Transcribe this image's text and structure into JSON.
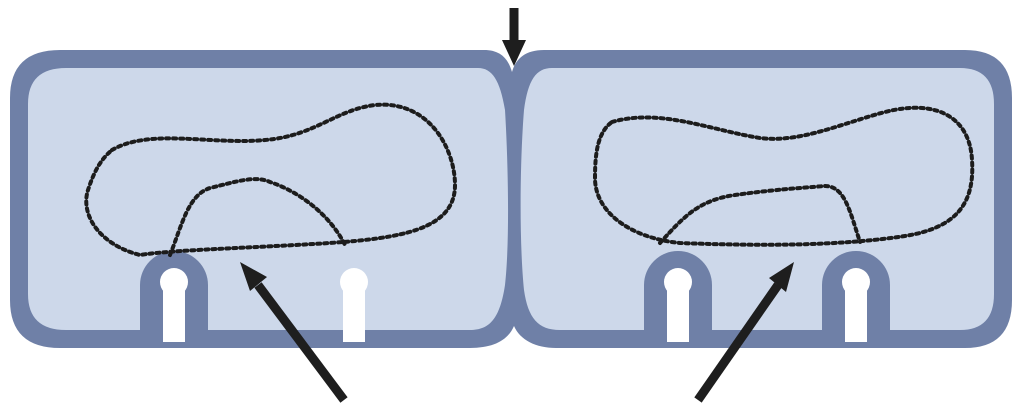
{
  "diagram": {
    "colors": {
      "wall": "#6f80a7",
      "cytoplasm": "#cdd8ea",
      "dotted_outline": "#1c1c1c",
      "arrow": "#1e1e1e",
      "background": "#ffffff"
    },
    "cells": [
      {
        "name": "left-cell",
        "openings": 2,
        "dotted_regions": 2
      },
      {
        "name": "right-cell",
        "openings": 2,
        "dotted_regions": 2
      }
    ],
    "arrows": [
      {
        "name": "junction-arrow",
        "direction": "down"
      },
      {
        "name": "left-pointer-arrow",
        "direction": "up-left"
      },
      {
        "name": "right-pointer-arrow",
        "direction": "up-right"
      }
    ]
  }
}
